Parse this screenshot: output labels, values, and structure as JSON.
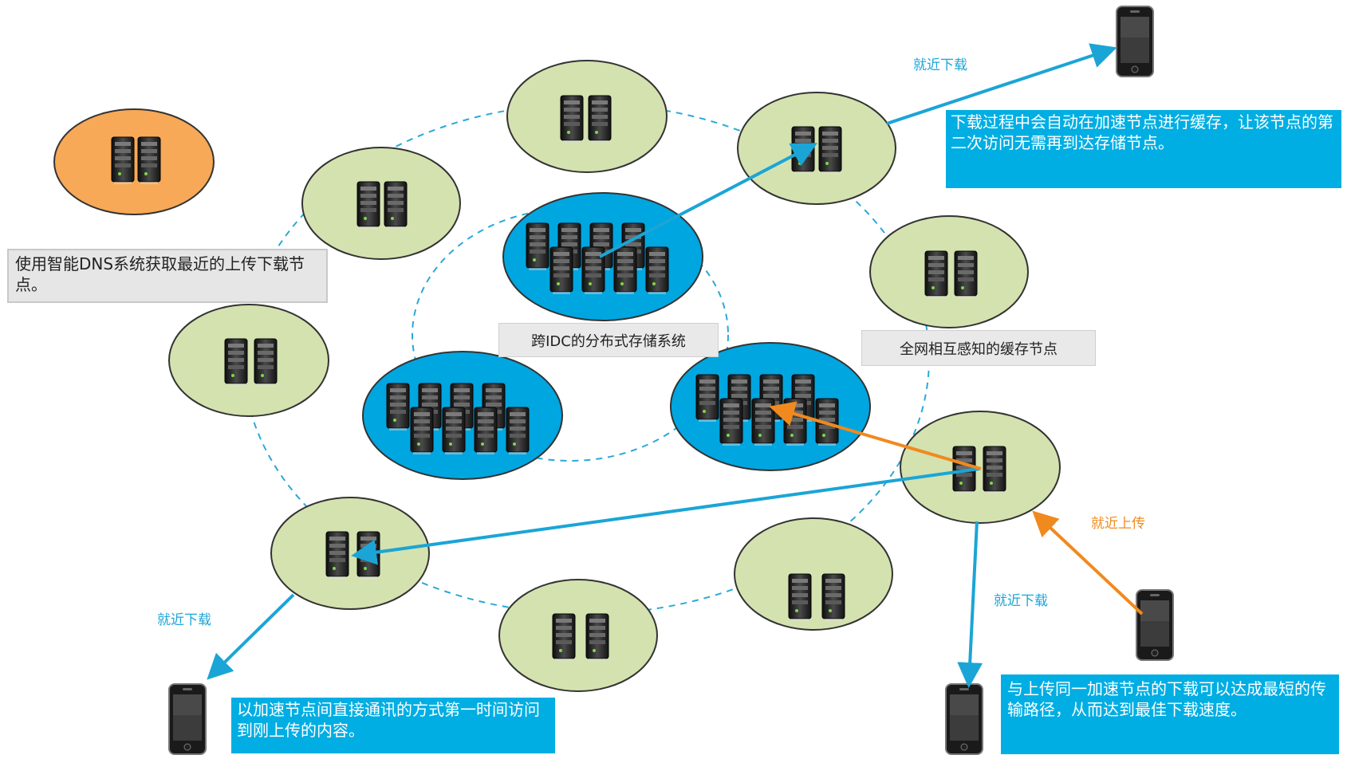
{
  "colors": {
    "cache_node_fill": "#d4e2b0",
    "storage_node_fill": "#00a6e0",
    "dns_node_fill": "#f7a957",
    "download_arrow": "#1ba5d6",
    "upload_arrow": "#f08a1e",
    "callout_blue": "#00aee3",
    "callout_gray": "#e6e6e6"
  },
  "icons": {
    "server": "server-rack-icon",
    "phone": "smartphone-icon"
  },
  "callouts": {
    "dns": "使用智能DNS系统获取最近的上传下载节点。",
    "cache_download": "下载过程中会自动在加速节点进行缓存，让该节点的第二次访问无需再到达存储节点。",
    "direct_comm": "以加速节点间直接通讯的方式第一时间访问到刚上传的内容。",
    "same_node": "与上传同一加速节点的下载可以达成最短的传输路径，从而达到最佳下载速度。"
  },
  "captions": {
    "storage_system": "跨IDC的分布式存储系统",
    "cache_network": "全网相互感知的缓存节点"
  },
  "labels": {
    "download_top": "就近下载",
    "download_left": "就近下载",
    "download_right": "就近下载",
    "upload": "就近上传"
  }
}
